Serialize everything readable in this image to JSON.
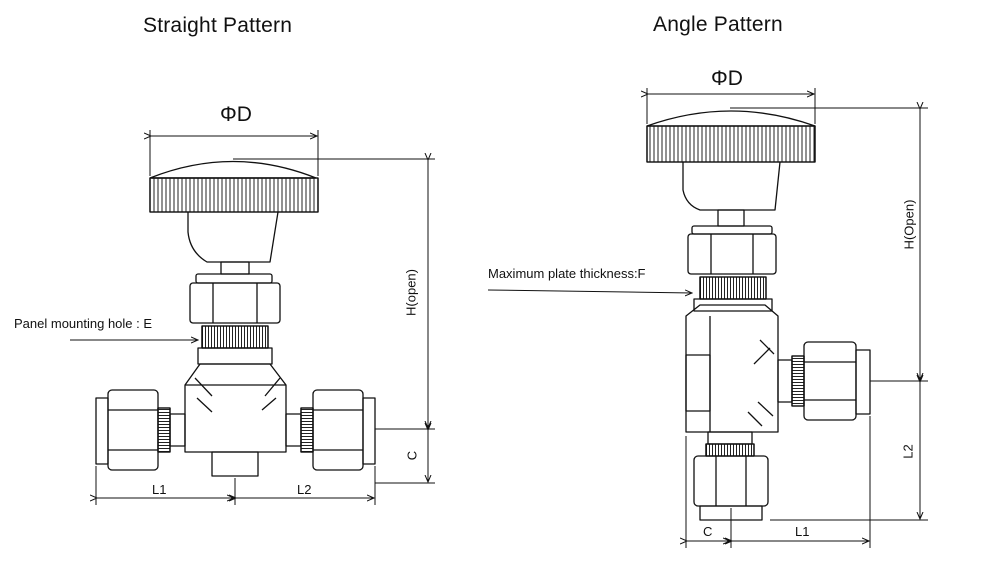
{
  "straight": {
    "title": "Straight Pattern",
    "diameter_label": "ΦD",
    "height_label": "H(open)",
    "panel_note": "Panel mounting hole : E",
    "c_label": "C",
    "l1_label": "L1",
    "l2_label": "L2"
  },
  "angle": {
    "title": "Angle Pattern",
    "diameter_label": "ΦD",
    "height_label": "H(Open)",
    "plate_note": "Maximum plate thickness:F",
    "l2_label": "L2",
    "c_label": "C",
    "l1_label": "L1"
  }
}
